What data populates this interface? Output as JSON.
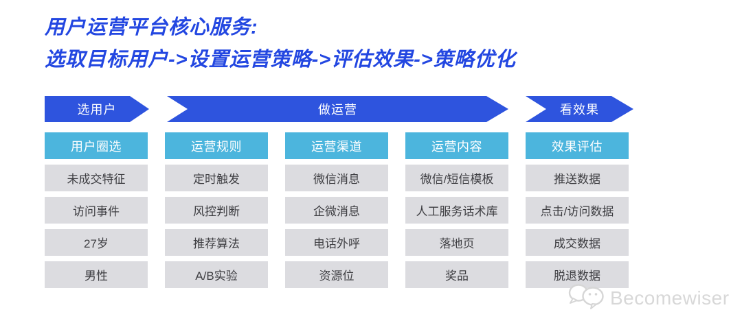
{
  "title": {
    "line1": "用户运营平台核心服务:",
    "line2": "选取目标用户->设置运营策略->评估效果->策略优化"
  },
  "stages": [
    {
      "label": "选用户"
    },
    {
      "label": "做运营"
    },
    {
      "label": "看效果"
    }
  ],
  "columns": [
    {
      "header": "用户圈选",
      "items": [
        "未成交特征",
        "访问事件",
        "27岁",
        "男性"
      ]
    },
    {
      "header": "运营规则",
      "items": [
        "定时触发",
        "风控判断",
        "推荐算法",
        "A/B实验"
      ]
    },
    {
      "header": "运营渠道",
      "items": [
        "微信消息",
        "企微消息",
        "电话外呼",
        "资源位"
      ]
    },
    {
      "header": "运营内容",
      "items": [
        "微信/短信模板",
        "人工服务话术库",
        "落地页",
        "奖品"
      ]
    },
    {
      "header": "效果评估",
      "items": [
        "推送数据",
        "点击/访问数据",
        "成交数据",
        "脱退数据"
      ]
    }
  ],
  "watermark": {
    "brand": "Becomewiser",
    "icon": "wechat-icon"
  },
  "colors": {
    "title_blue": "#2347e1",
    "arrow_blue": "#2e54de",
    "header_cyan": "#4cb5dd",
    "box_gray": "#dcdce0",
    "box_text": "#3e3e42",
    "watermark_gray": "#d8d8d8"
  }
}
